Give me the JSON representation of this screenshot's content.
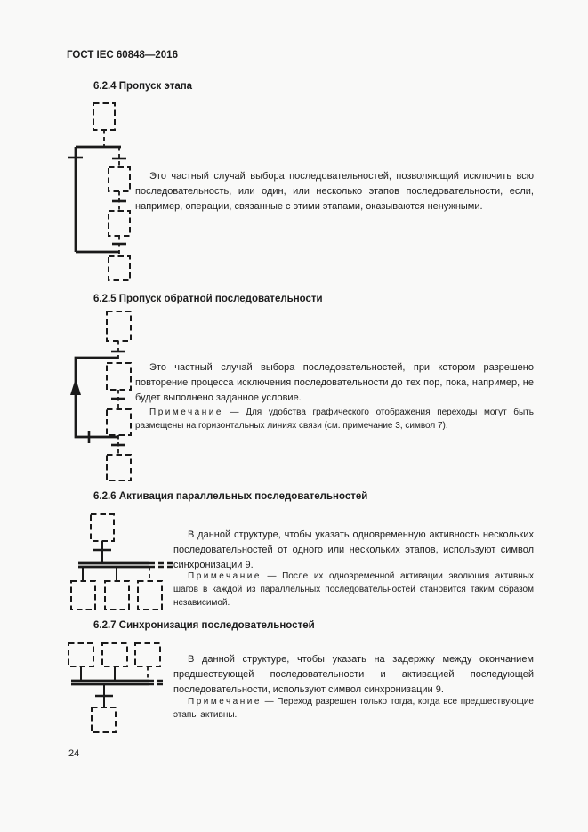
{
  "page": {
    "header": "ГОСТ IEC 60848—2016",
    "page_number": "24",
    "background_color": "#f9f9f8",
    "text_color": "#1c1c1c",
    "line_color": "#1a1a1a"
  },
  "sections": [
    {
      "heading": "6.2.4 Пропуск этапа",
      "diagram": "step-skip-diagram",
      "body": "Это частный случай выбора последовательностей, позволяющий исключить всю последовательность, или один, или несколько этапов последовательности, если, например, операции, связанные с этими этапами, оказываются ненужными."
    },
    {
      "heading": "6.2.5 Пропуск обратной последовательности",
      "diagram": "backward-sequence-skip-diagram",
      "body": "Это частный случай выбора последовательностей, при котором разрешено повторение процесса исключения последовательности до тех пор, пока, например, не будет выполнено заданное условие.",
      "note_label": "Примечание",
      "note_text": "— Для удобства графического отображения переходы могут быть размещены на горизонтальных линиях связи (см. примечание 3, символ 7)."
    },
    {
      "heading": "6.2.6 Активация параллельных последовательностей",
      "diagram": "parallel-sequences-activation-diagram",
      "body": "В данной структуре, чтобы указать одновременную активность нескольких последовательностей от одного или нескольких этапов, используют символ синхронизации 9.",
      "note_label": "Примечание",
      "note_text": "— После их одновременной активации эволюция активных шагов в каждой из параллельных последовательностей становится таким образом независимой."
    },
    {
      "heading": "6.2.7 Синхронизация последовательностей",
      "diagram": "sequence-synchronization-diagram",
      "body": "В данной структуре, чтобы указать на задержку между окончанием предшествующей последовательности и активацией последующей последовательности, используют символ синхронизации 9.",
      "note_label": "Примечание",
      "note_text": "— Переход разрешен только тогда, когда все предшествующие этапы активны."
    }
  ]
}
